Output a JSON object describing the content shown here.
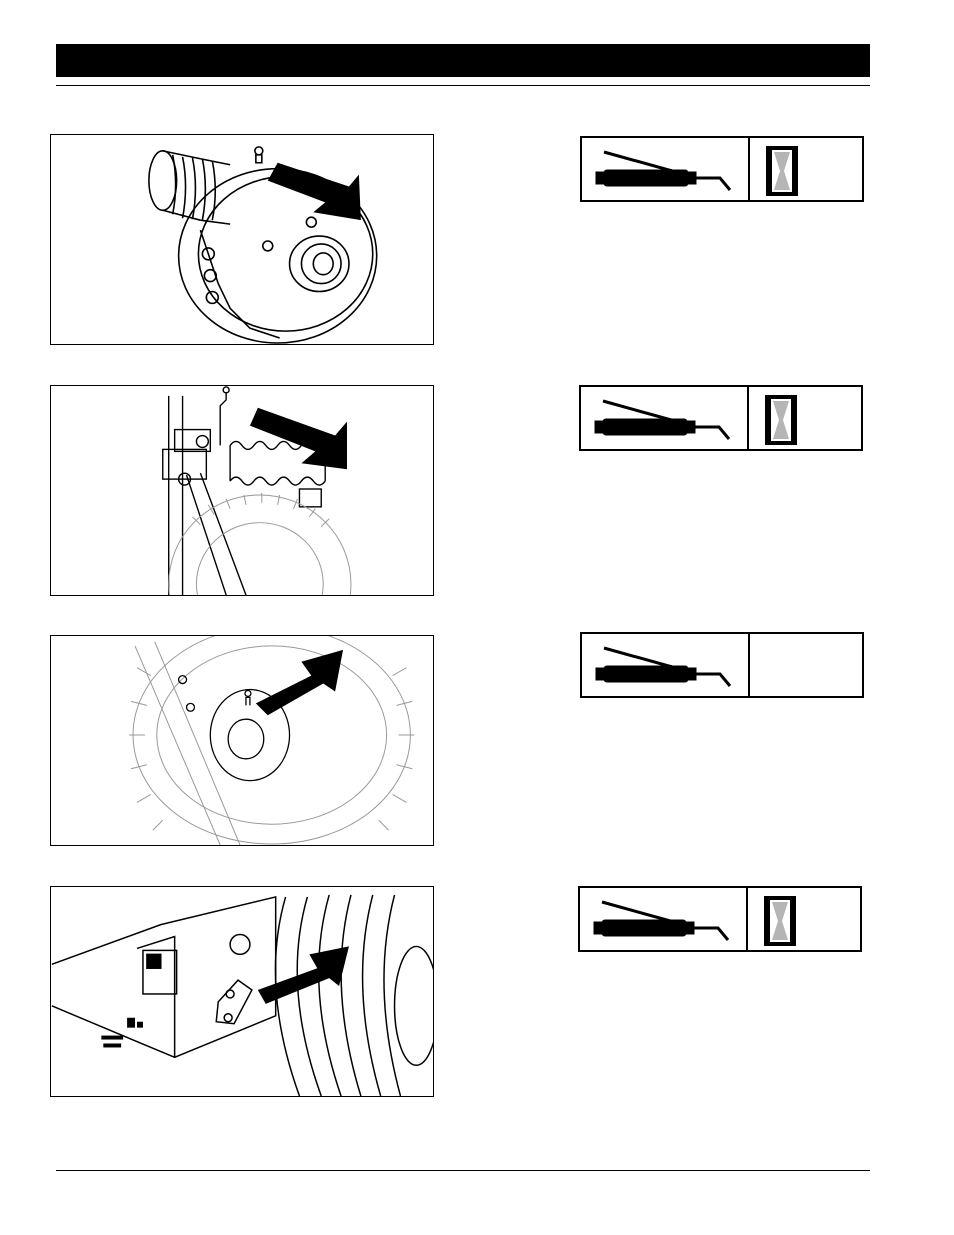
{
  "page": {
    "header": {
      "has_title_bar": true
    },
    "figures": [
      {
        "subject": "bearing-hub-assembly",
        "has_arrow": true
      },
      {
        "subject": "spring-arm-grease-fitting",
        "has_arrow": true
      },
      {
        "subject": "disc-wheel-hub",
        "has_arrow": true
      },
      {
        "subject": "frame-wheel-pivot",
        "has_arrow": true
      }
    ],
    "lube_symbols": [
      {
        "icon": "grease-gun-icon",
        "interval_icon": "hourglass-icon",
        "show_interval": true
      },
      {
        "icon": "grease-gun-icon",
        "interval_icon": "hourglass-icon",
        "show_interval": true
      },
      {
        "icon": "grease-gun-icon",
        "interval_icon": "hourglass-icon",
        "show_interval": false
      },
      {
        "icon": "grease-gun-icon",
        "interval_icon": "hourglass-icon",
        "show_interval": true
      }
    ],
    "colors": {
      "ink": "#000000",
      "paper": "#ffffff",
      "sand": "#b5b5b5"
    }
  }
}
